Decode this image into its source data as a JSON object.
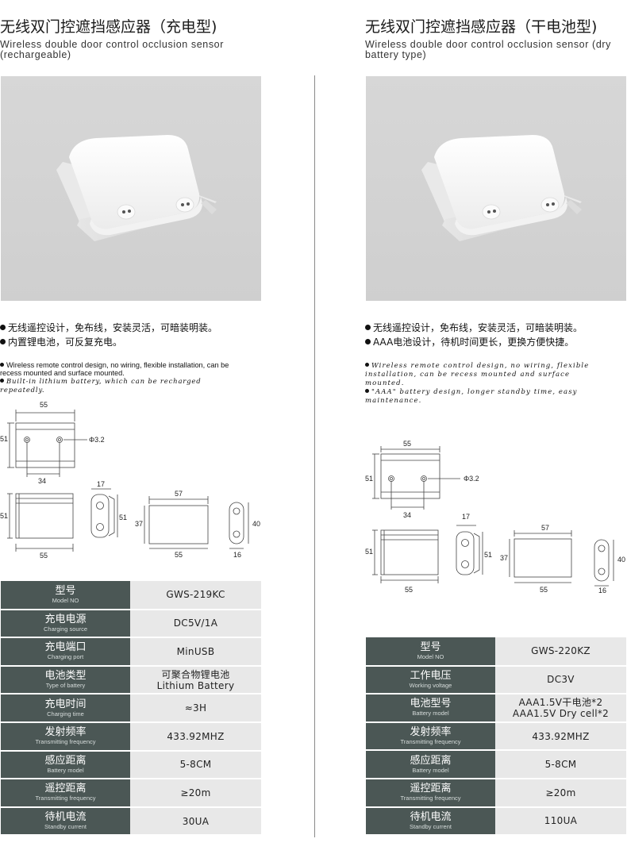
{
  "left": {
    "title_cn": "无线双门控遮挡感应器（充电型)",
    "title_en": "Wireless double door control occlusion sensor (rechargeable)",
    "features_cn": [
      "无线遥控设计，免布线，安装灵活，可暗装明装。",
      "内置锂电池，可反复充电。"
    ],
    "features_en_normal": "Wireless remote control design, no wiring, flexible installation, can be recess mounted and surface mounted.",
    "features_en_italic": "Built-in lithium battery, which can be recharged repeatedly.",
    "dims": {
      "top_w": "55",
      "top_h": "51",
      "hole_d": "Φ3.2",
      "hole_span": "34",
      "front_w": "55",
      "front_h": "51",
      "side_w": "17",
      "side_h": "51",
      "base_w": "57",
      "base_w2": "55",
      "base_h": "37",
      "end_w": "16",
      "end_h": "40"
    },
    "specs": [
      {
        "cn": "型号",
        "en": "Model NO",
        "value": "GWS-219KC"
      },
      {
        "cn": "充电电源",
        "en": "Charging source",
        "value": "DC5V/1A"
      },
      {
        "cn": "充电端口",
        "en": "Charging port",
        "value": "MinUSB"
      },
      {
        "cn": "电池类型",
        "en": "Type of battery",
        "value": "可聚合物锂电池",
        "value2": "Lithium Battery"
      },
      {
        "cn": "充电时间",
        "en": "Charging time",
        "value": "≈3H"
      },
      {
        "cn": "发射频率",
        "en": "Transmitting frequency",
        "value": "433.92MHZ"
      },
      {
        "cn": "感应距离",
        "en": "Battery model",
        "value": "5-8CM"
      },
      {
        "cn": "遥控距离",
        "en": "Transmitting frequency",
        "value": "≥20m"
      },
      {
        "cn": "待机电流",
        "en": "Standby current",
        "value": "30UA"
      }
    ]
  },
  "right": {
    "title_cn": "无线双门控遮挡感应器（干电池型)",
    "title_en": "Wireless double door control occlusion sensor (dry battery type)",
    "features_cn": [
      "无线遥控设计，免布线，安装灵活，可暗装明装。",
      "AAA电池设计，待机时间更长，更换方便快捷。"
    ],
    "features_en_italic1": "Wireless remote control design, no wiring, flexible installation, can be recess mounted and surface mounted.",
    "features_en_italic2": "\"AAA\" battery design, longer standby time, easy maintenance.",
    "dims": {
      "top_w": "55",
      "top_h": "51",
      "hole_d": "Φ3.2",
      "hole_span": "34",
      "front_w": "55",
      "front_h": "51",
      "side_w": "17",
      "side_h": "51",
      "base_w": "57",
      "base_w2": "55",
      "base_h": "37",
      "end_w": "16",
      "end_h": "40"
    },
    "specs": [
      {
        "cn": "型号",
        "en": "Model NO",
        "value": "GWS-220KZ"
      },
      {
        "cn": "工作电压",
        "en": "Working voltage",
        "value": "DC3V"
      },
      {
        "cn": "电池型号",
        "en": "Battery model",
        "value": "AAA1.5V干电池*2",
        "value2": "AAA1.5V Dry cell*2"
      },
      {
        "cn": "发射频率",
        "en": "Transmitting frequency",
        "value": "433.92MHZ"
      },
      {
        "cn": "感应距离",
        "en": "Battery model",
        "value": "5-8CM"
      },
      {
        "cn": "遥控距离",
        "en": "Transmitting frequency",
        "value": "≥20m"
      },
      {
        "cn": "待机电流",
        "en": "Standby current",
        "value": "110UA"
      }
    ]
  }
}
